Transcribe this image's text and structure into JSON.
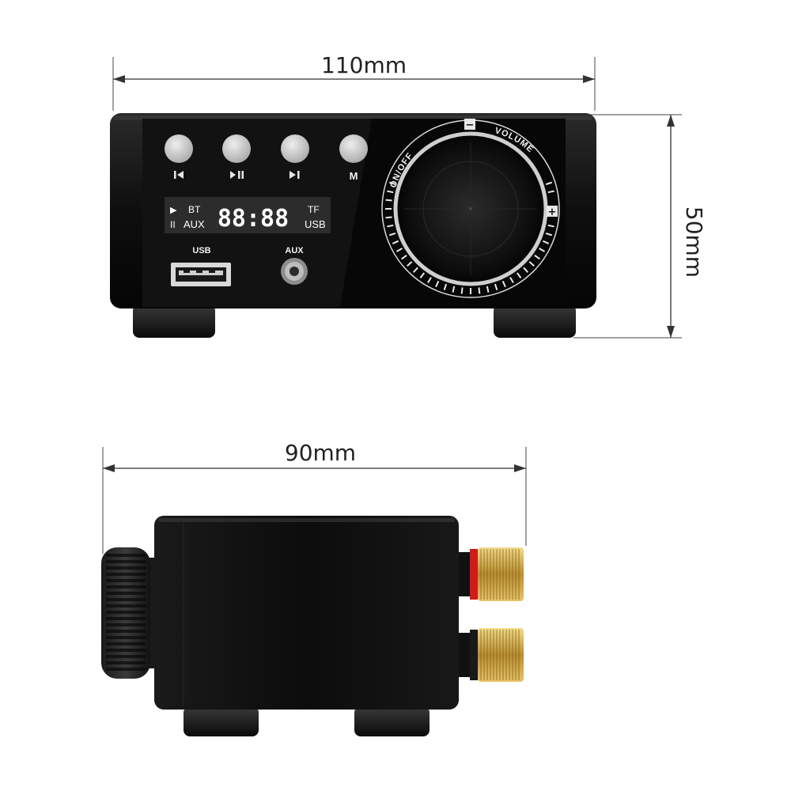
{
  "dimensions": {
    "front_width": "110mm",
    "height": "50mm",
    "side_depth": "90mm"
  },
  "front_panel": {
    "buttons": [
      {
        "name": "previous",
        "icon": "previous-track-icon"
      },
      {
        "name": "play-pause",
        "icon": "play-pause-icon"
      },
      {
        "name": "next",
        "icon": "next-track-icon"
      },
      {
        "name": "mode",
        "label": "M"
      }
    ],
    "display": {
      "play_symbol": "▶",
      "pause_symbol": "II",
      "bt": "BT",
      "aux": "AUX",
      "digits": "88:88",
      "tf": "TF",
      "usb": "USB"
    },
    "usb_label": "USB",
    "aux_label": "AUX",
    "knob": {
      "on_off": "ON/OFF",
      "volume": "VOLUME",
      "minus": "−",
      "plus": "+"
    }
  },
  "colors": {
    "body": "#0d0d0d",
    "panel": "#050505",
    "button": "#c9c9c9",
    "terminal_red": "#d11a1a",
    "terminal_black": "#1a1a1a",
    "gold": "#c9a44a"
  }
}
